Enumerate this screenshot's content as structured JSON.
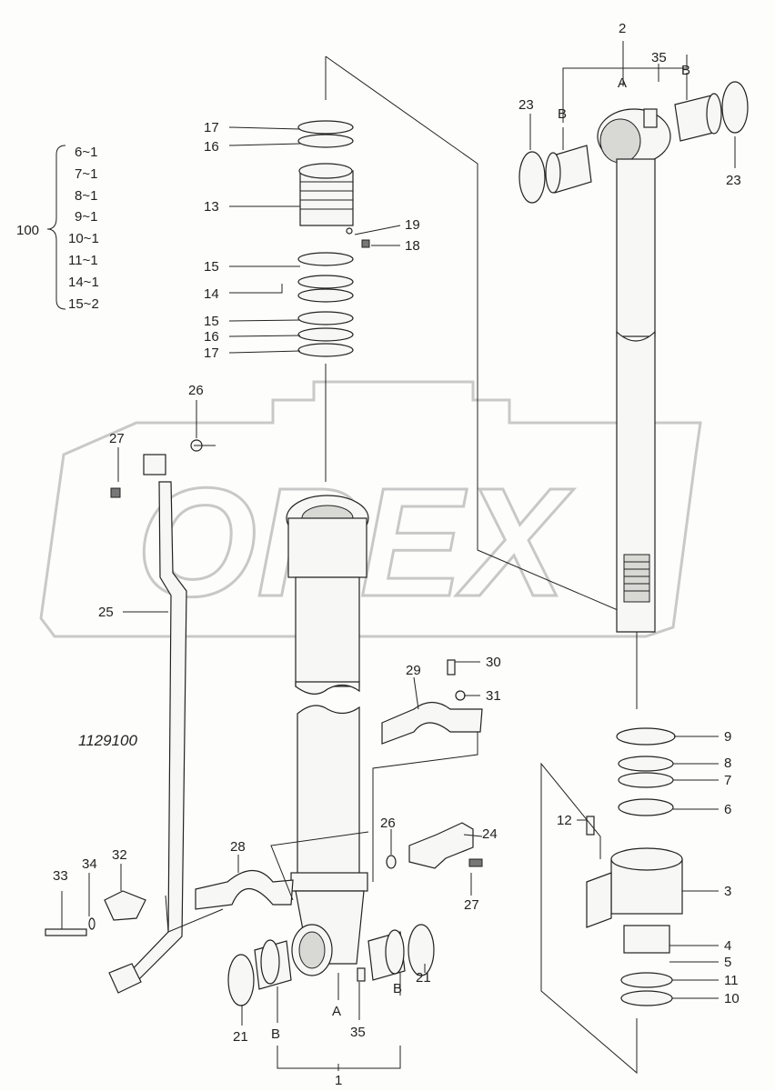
{
  "drawing_number": "1129100",
  "watermark": "OPEX",
  "kit": {
    "number": "100",
    "items": [
      "6~1",
      "7~1",
      "8~1",
      "9~1",
      "10~1",
      "11~1",
      "14~1",
      "15~2"
    ]
  },
  "callouts": {
    "c1": "1",
    "c2": "2",
    "c3": "3",
    "c4": "4",
    "c5": "5",
    "c6": "6",
    "c7": "7",
    "c8": "8",
    "c9": "9",
    "c10": "10",
    "c11": "11",
    "c12": "12",
    "c13": "13",
    "c14": "14",
    "c15a": "15",
    "c15b": "15",
    "c16a": "16",
    "c16b": "16",
    "c17a": "17",
    "c17b": "17",
    "c18": "18",
    "c19": "19",
    "c21a": "21",
    "c21b": "21",
    "c23a": "23",
    "c23b": "23",
    "c24": "24",
    "c25": "25",
    "c26a": "26",
    "c26b": "26",
    "c27a": "27",
    "c27b": "27",
    "c28": "28",
    "c29": "29",
    "c30": "30",
    "c31": "31",
    "c32": "32",
    "c33": "33",
    "c34": "34",
    "c35a": "35",
    "c35b": "35",
    "A1": "A",
    "A2": "A",
    "B1": "B",
    "B2": "B",
    "B3": "B",
    "B4": "B"
  }
}
